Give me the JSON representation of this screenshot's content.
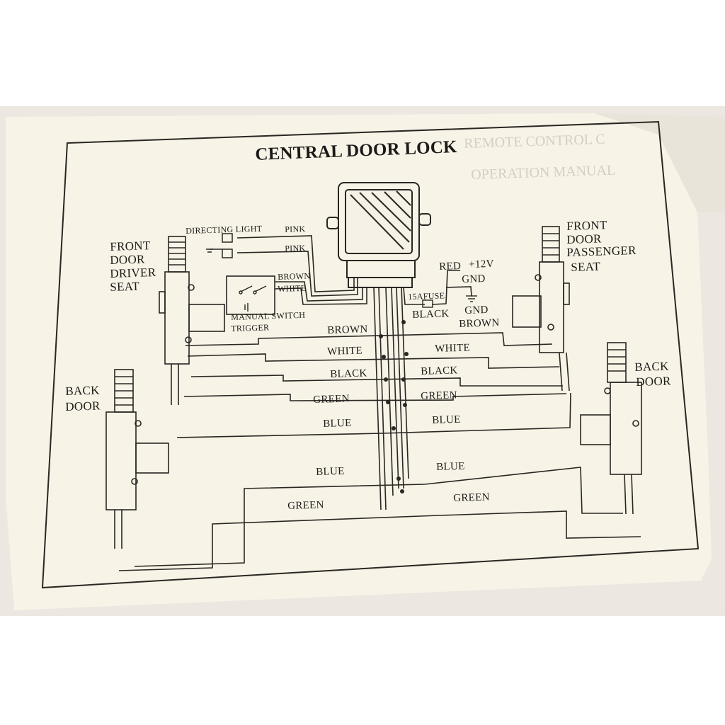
{
  "title": "CENTRAL DOOR LOCK",
  "faint_text": {
    "line1": "REMOTE CONTROL C",
    "line2": "OPERATION MANUAL"
  },
  "labels": {
    "directing_light": "DIRECTING LIGHT",
    "pink_1": "PINK",
    "pink_2": "PINK",
    "brown_switch": "BROWN",
    "white_switch": "WHITE",
    "manual_switch": "MANUAL SWITCH",
    "trigger": "TRIGGER",
    "red": "RED",
    "plus12v": "+12V",
    "gnd_1": "GND",
    "fuse": "15AFUSE",
    "black_power": "BLACK",
    "gnd_2": "GND",
    "brown_right": "BROWN",
    "brown_left": "BROWN",
    "white_left": "WHITE",
    "white_right": "WHITE",
    "black_left": "BLACK",
    "black_right": "BLACK",
    "green_left": "GREEN",
    "green_right": "GREEN",
    "blue_left": "BLUE",
    "blue_right": "BLUE",
    "blue_back_left": "BLUE",
    "blue_back_right": "BLUE",
    "green_back_left": "GREEN",
    "green_back_right": "GREEN"
  },
  "doors": {
    "front_driver": [
      "FRONT",
      "DOOR",
      "DRIVER",
      "SEAT"
    ],
    "front_passenger": [
      "FRONT",
      "DOOR",
      "PASSENGER",
      "SEAT"
    ],
    "back_left": [
      "BACK",
      "DOOR"
    ],
    "back_right": [
      "BACK",
      "DOOR"
    ]
  }
}
